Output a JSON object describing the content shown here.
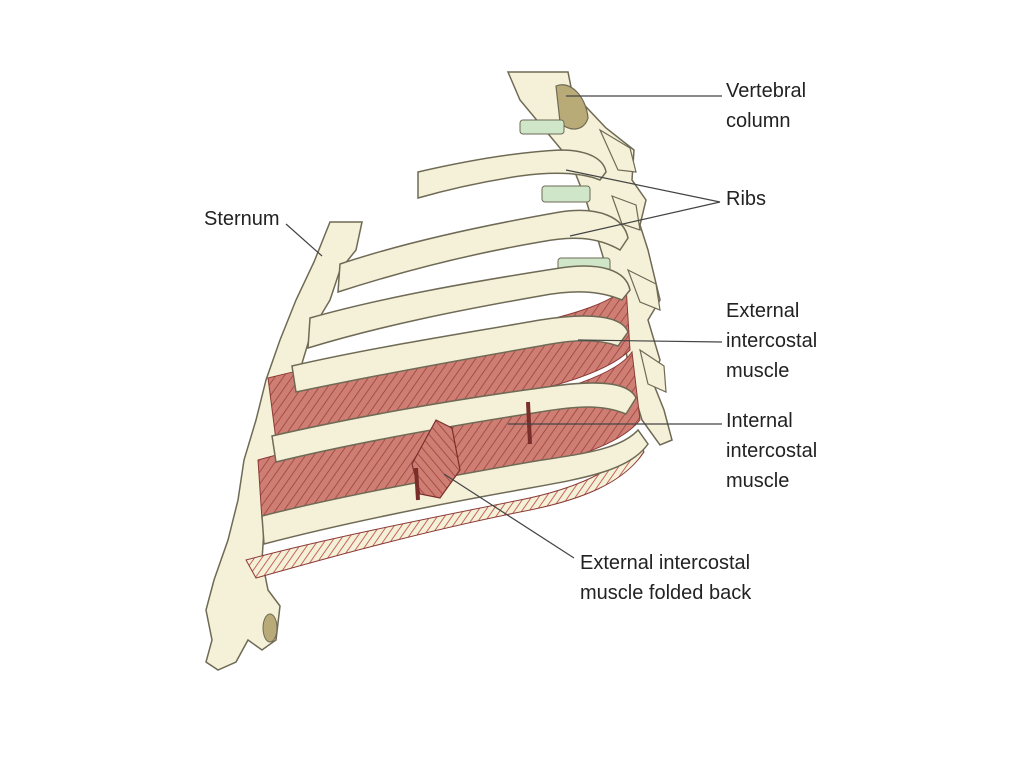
{
  "labels": {
    "vertebral_column": "Vertebral\ncolumn",
    "ribs": "Ribs",
    "sternum": "Sternum",
    "external_intercostal": "External\nintercostal\nmuscle",
    "internal_intercostal": "Internal\nintercostal\nmuscle",
    "folded_back": "External intercostal\nmuscle folded back"
  },
  "colors": {
    "bone": "#f4f1d8",
    "bone_outline": "#6e6a55",
    "disc": "#cfe6c8",
    "muscle": "#c8746c",
    "muscle_dark": "#8b3a36",
    "leader_line": "#444444",
    "text": "#222222"
  }
}
